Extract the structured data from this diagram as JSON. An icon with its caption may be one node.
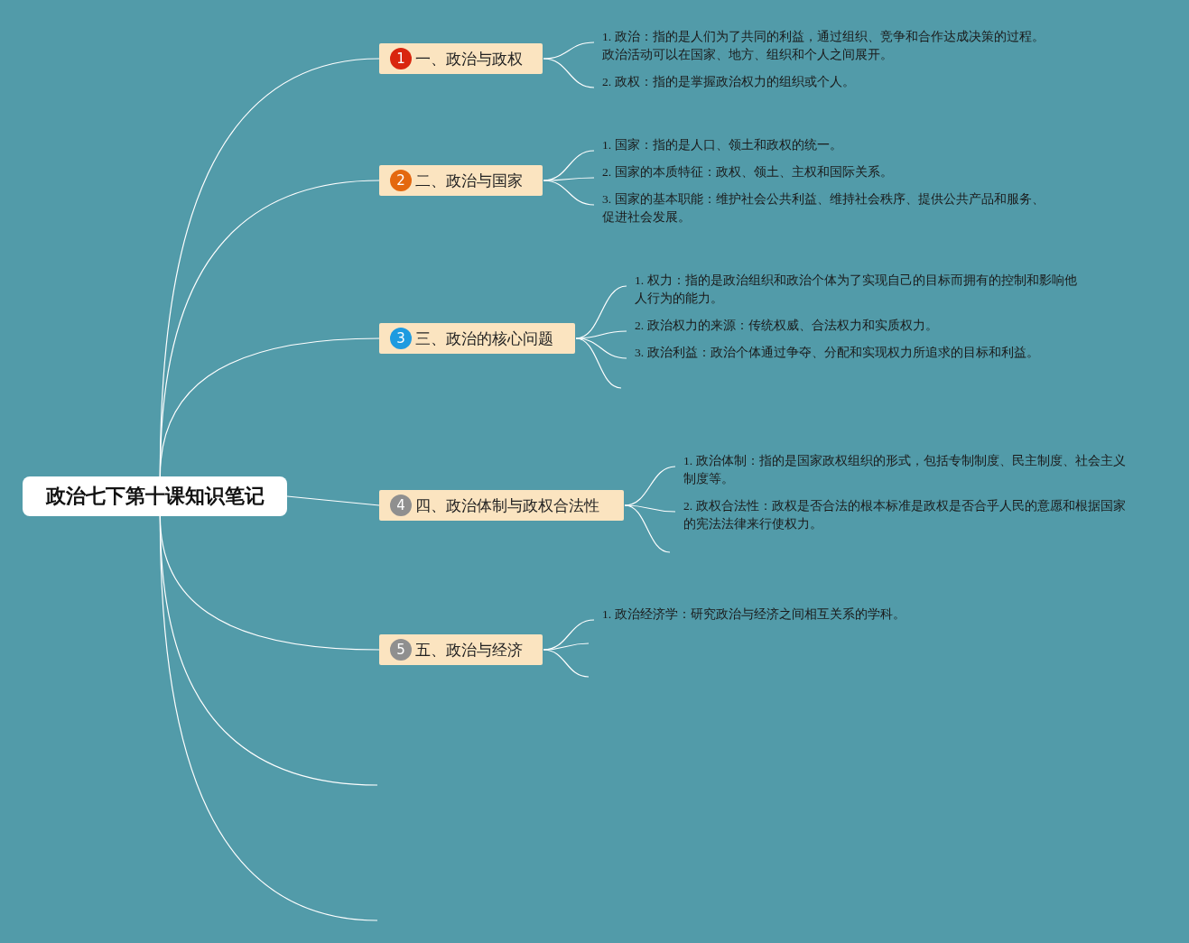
{
  "diagram": {
    "nodes": [
      {
        "text": [
          "政治七下第十课知识笔记"
        ]
      },
      {
        "text": [
          "1",
          "一、政治与政权"
        ]
      },
      {
        "text": [
          "1. 政治：指的是人们为了共同的利益，通过组织、竞争和合作达成决策的过程。政治活动可以在国家、地方、组织和个人之间展开。"
        ]
      },
      {
        "text": [
          "2. 政权：指的是掌握政治权力的组织或个人。"
        ]
      },
      {
        "text": [
          "2",
          "二、政治与国家"
        ]
      },
      {
        "text": [
          "1. 国家：指的是人口、领土和政权的统一。"
        ]
      },
      {
        "text": [
          "2. 国家的本质特征：政权、领土、主权和国际关系。"
        ]
      },
      {
        "text": [
          "3. 国家的基本职能：维护社会公共利益、维持社会秩序、提供公共产品和服务、促进社会发展。"
        ]
      },
      {
        "text": [
          "3",
          "三、政治的核心问题"
        ]
      },
      {
        "text": [
          "1. 权力：指的是政治组织和政治个体为了实现自己的目标而拥有的控制和影响他人行为的能力。"
        ]
      },
      {
        "text": [
          "2. 政治权力的来源：传统权威、合法权力和实质权力。"
        ]
      },
      {
        "text": [
          "3. 政治利益：政治个体通过争夺、分配和实现权力所追求的目标和利益。"
        ]
      },
      {
        "text": [
          "4",
          "四、政治体制与政权合法性"
        ]
      },
      {
        "text": [
          "1. 政治体制：指的是国家政权组织的形式，包括专制制度、民主制度、社会主义制度等。"
        ]
      },
      {
        "text": [
          "2. 政权合法性：政权是否合法的根本标准是政权是否合乎人民的意愿和根据国家的宪法法律来行使权力。"
        ]
      },
      {
        "text": [
          "5",
          "五、政治与经济"
        ]
      },
      {
        "text": [
          "1. 政治经济学：研究政治与经济之间相互关系的学科。"
        ]
      }
    ],
    "edges": [
      {
        "from": 0,
        "to": 1,
        "arrow": "none"
      },
      {
        "from": 0,
        "to": 4,
        "arrow": "none"
      },
      {
        "from": 0,
        "to": 8,
        "arrow": "none"
      },
      {
        "from": 0,
        "to": 12,
        "arrow": "none"
      },
      {
        "from": 0,
        "to": 15,
        "arrow": "none"
      },
      {
        "from": 0,
        "to": null,
        "arrow": "none"
      },
      {
        "from": 0,
        "to": null,
        "arrow": "none"
      },
      {
        "from": 1,
        "to": 2,
        "arrow": "none"
      },
      {
        "from": 1,
        "to": 3,
        "arrow": "none"
      },
      {
        "from": 4,
        "to": 5,
        "arrow": "none"
      },
      {
        "from": 4,
        "to": 6,
        "arrow": "none"
      },
      {
        "from": 4,
        "to": 7,
        "arrow": "none"
      },
      {
        "from": 8,
        "to": 9,
        "arrow": "none"
      },
      {
        "from": 8,
        "to": 10,
        "arrow": "none"
      },
      {
        "from": 8,
        "to": 11,
        "arrow": "none"
      },
      {
        "from": 8,
        "to": null,
        "arrow": "none"
      },
      {
        "from": 12,
        "to": 13,
        "arrow": "none"
      },
      {
        "from": 12,
        "to": 14,
        "arrow": "none"
      },
      {
        "from": 12,
        "to": null,
        "arrow": "none"
      },
      {
        "from": 15,
        "to": 16,
        "arrow": "none"
      },
      {
        "from": 15,
        "to": null,
        "arrow": "none"
      },
      {
        "from": 15,
        "to": null,
        "arrow": "none"
      }
    ]
  }
}
